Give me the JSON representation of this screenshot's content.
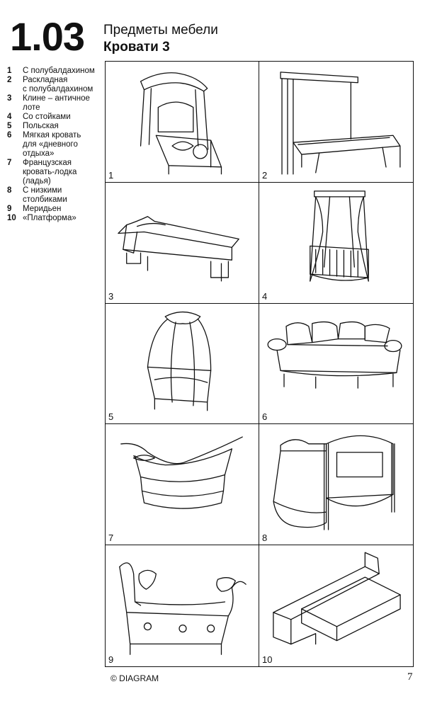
{
  "header": {
    "section_number": "1.03",
    "title": "Предметы мебели",
    "subtitle": "Кровати 3"
  },
  "legend": [
    {
      "num": "1",
      "lines": [
        "С полубалдахином"
      ]
    },
    {
      "num": "2",
      "lines": [
        "Раскладная",
        "с полубалдахином"
      ]
    },
    {
      "num": "3",
      "lines": [
        "Клине – античное",
        "лоте"
      ]
    },
    {
      "num": "4",
      "lines": [
        "Со стойками"
      ]
    },
    {
      "num": "5",
      "lines": [
        "Польская"
      ]
    },
    {
      "num": "6",
      "lines": [
        "Мягкая кровать",
        "для «дневного",
        "отдыха»"
      ]
    },
    {
      "num": "7",
      "lines": [
        "Французская",
        "кровать-лодка",
        "(ладья)"
      ]
    },
    {
      "num": "8",
      "lines": [
        "С низкими",
        "столбиками"
      ]
    },
    {
      "num": "9",
      "lines": [
        "Меридьен"
      ]
    },
    {
      "num": "10",
      "lines": [
        "«Платформа»"
      ]
    }
  ],
  "figures": [
    {
      "num": "1",
      "icon": "half-canopy-bed-icon"
    },
    {
      "num": "2",
      "icon": "folding-half-canopy-bed-icon"
    },
    {
      "num": "3",
      "icon": "kline-bed-icon"
    },
    {
      "num": "4",
      "icon": "four-poster-bed-icon"
    },
    {
      "num": "5",
      "icon": "polish-bed-icon"
    },
    {
      "num": "6",
      "icon": "daybed-icon"
    },
    {
      "num": "7",
      "icon": "boat-bed-icon"
    },
    {
      "num": "8",
      "icon": "low-post-bed-icon"
    },
    {
      "num": "9",
      "icon": "meridienne-icon"
    },
    {
      "num": "10",
      "icon": "platform-bed-icon"
    }
  ],
  "footer": {
    "copyright": "© DIAGRAM",
    "page_number": "7"
  }
}
